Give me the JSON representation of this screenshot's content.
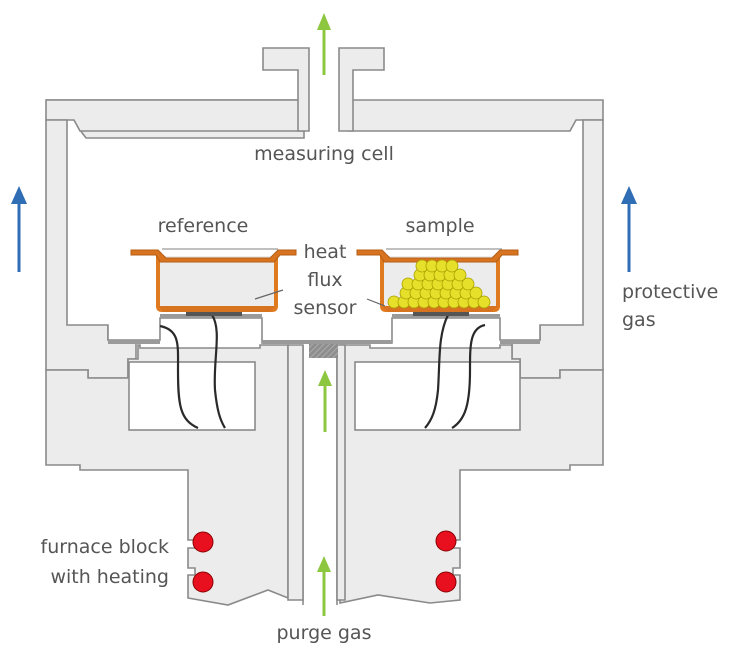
{
  "title": "DSC heat flux measuring cell schematic",
  "labels": {
    "measuring_cell": "measuring cell",
    "reference": "reference",
    "sample": "sample",
    "heat_flux_sensor_line1": "heat",
    "heat_flux_sensor_line2": "flux",
    "heat_flux_sensor_line3": "sensor",
    "protective_gas_line1": "protective",
    "protective_gas_line2": "gas",
    "furnace_line1": "furnace block",
    "furnace_line2": "with heating",
    "purge_gas": "purge gas"
  },
  "colors": {
    "purge_gas_arrow": "#8dc63f",
    "protective_gas_arrow": "#2f6db5",
    "crucible": "#e07a1f",
    "sample_material": "#e6e02a",
    "heating_element": "#e8101e",
    "housing": "#ececec",
    "outline": "#8a8a8a"
  },
  "arrows": [
    {
      "name": "purge-gas-outlet-arrow",
      "direction": "up",
      "gas": "purge gas"
    },
    {
      "name": "purge-gas-inlet-arrow-upper",
      "direction": "up",
      "gas": "purge gas"
    },
    {
      "name": "purge-gas-inlet-arrow-lower",
      "direction": "up",
      "gas": "purge gas"
    },
    {
      "name": "protective-gas-arrow-left",
      "direction": "up",
      "gas": "protective gas"
    },
    {
      "name": "protective-gas-arrow-right",
      "direction": "up",
      "gas": "protective gas"
    }
  ],
  "heating_elements_count": 4
}
